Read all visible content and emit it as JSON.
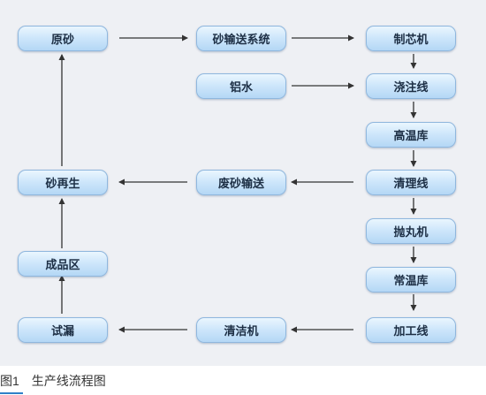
{
  "nodes": {
    "raw_sand": "原砂",
    "sand_conveying": "砂输送系统",
    "core_making": "制芯机",
    "aluminum": "铝水",
    "pouring_line": "浇注线",
    "high_temp_storage": "高温库",
    "cleaning_line": "清理线",
    "shot_blasting": "抛丸机",
    "room_temp_storage": "常温库",
    "machining_line": "加工线",
    "cleaning_machine": "清洁机",
    "leak_test": "试漏",
    "finished_area": "成品区",
    "sand_regeneration": "砂再生",
    "waste_sand_conveying": "废砂输送"
  },
  "caption": {
    "label": "图1",
    "text": "生产线流程图"
  },
  "colors": {
    "panel_background": "#eef0f4",
    "node_fill_top": "#eaf6fe",
    "node_fill_bottom": "#b4d7f5",
    "node_border": "#8fb7de",
    "arrow": "#333333",
    "caption_accent": "#2f80c8"
  }
}
